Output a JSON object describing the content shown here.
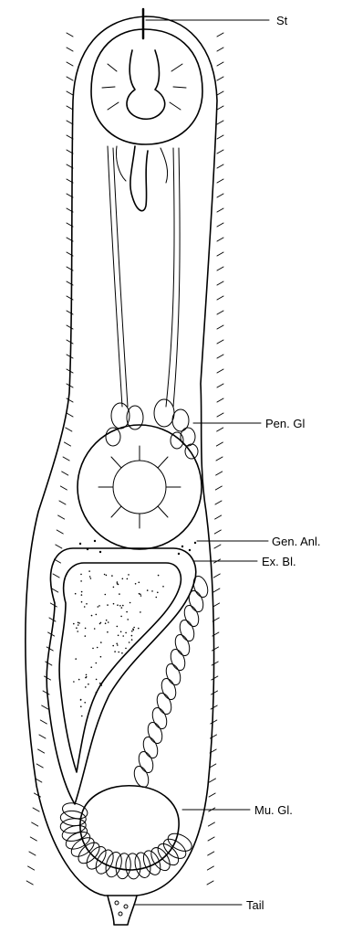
{
  "labels": {
    "st": "St",
    "pen_gl": "Pen. Gl",
    "gen_anl": "Gen. Anl.",
    "ex_bl": "Ex. Bl.",
    "mu_gl": "Mu. Gl.",
    "tail": "Tail"
  }
}
